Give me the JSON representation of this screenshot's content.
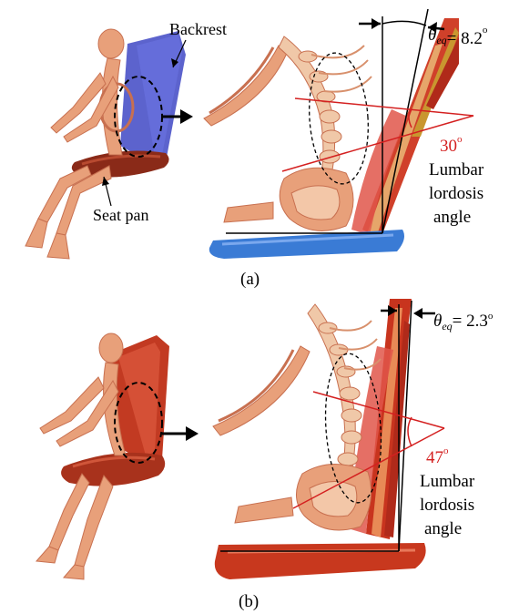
{
  "panels": [
    {
      "caption": "(a)",
      "theta_symbol": "θ",
      "theta_subscript": "eq",
      "theta_value": "= 8.2",
      "theta_degree": "o",
      "lordosis_value": "30",
      "lordosis_degree": "o",
      "lordosis_label": [
        "Lumbar",
        "lordosis",
        "angle"
      ],
      "backrest_label": "Backrest",
      "seat_pan_label": "Seat pan",
      "backrest_color": "#4a52c8",
      "seat_color": "#8a2a18",
      "floor_seat_color": "#3a7bd5"
    },
    {
      "caption": "(b)",
      "theta_symbol": "θ",
      "theta_subscript": "eq",
      "theta_value": "= 2.3",
      "theta_degree": "o",
      "lordosis_value": "47",
      "lordosis_degree": "o",
      "lordosis_label": [
        "Lumbar",
        "lordosis",
        "angle"
      ],
      "backrest_color": "#c23a22",
      "seat_color": "#a8321c",
      "floor_seat_color": "#c8381e"
    }
  ],
  "colors": {
    "annotation_red": "#d42020",
    "bone": "#e8a07a",
    "bone_dark": "#c87050",
    "muscle": "#d0402a",
    "spine": "#f0c8a8"
  }
}
